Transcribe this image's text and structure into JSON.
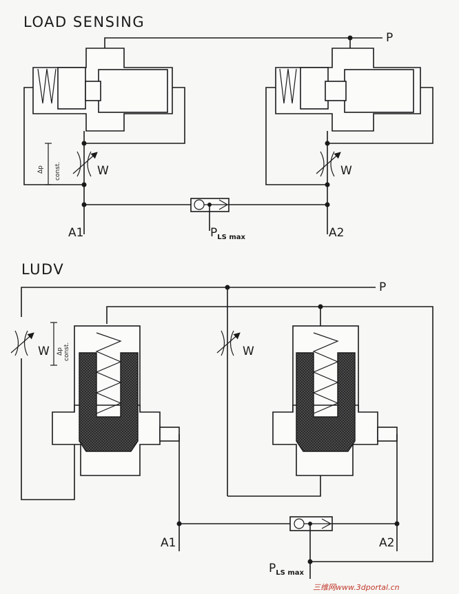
{
  "titles": {
    "top": "LOAD SENSING",
    "bottom": "LUDV"
  },
  "labels": {
    "pump": "P",
    "port_a1": "A1",
    "port_a2": "A2",
    "pls_main": "P",
    "pls_sub": "LS max",
    "orifice": "W",
    "delta_p_top": "Δp",
    "delta_p_bottom": "const."
  },
  "watermark": "三维网www.3dportal.cn",
  "colors": {
    "line": "#1a1a1a",
    "background": "#f7f7f5",
    "hatch": "#3a3a3a",
    "watermark": "#c0392b"
  }
}
